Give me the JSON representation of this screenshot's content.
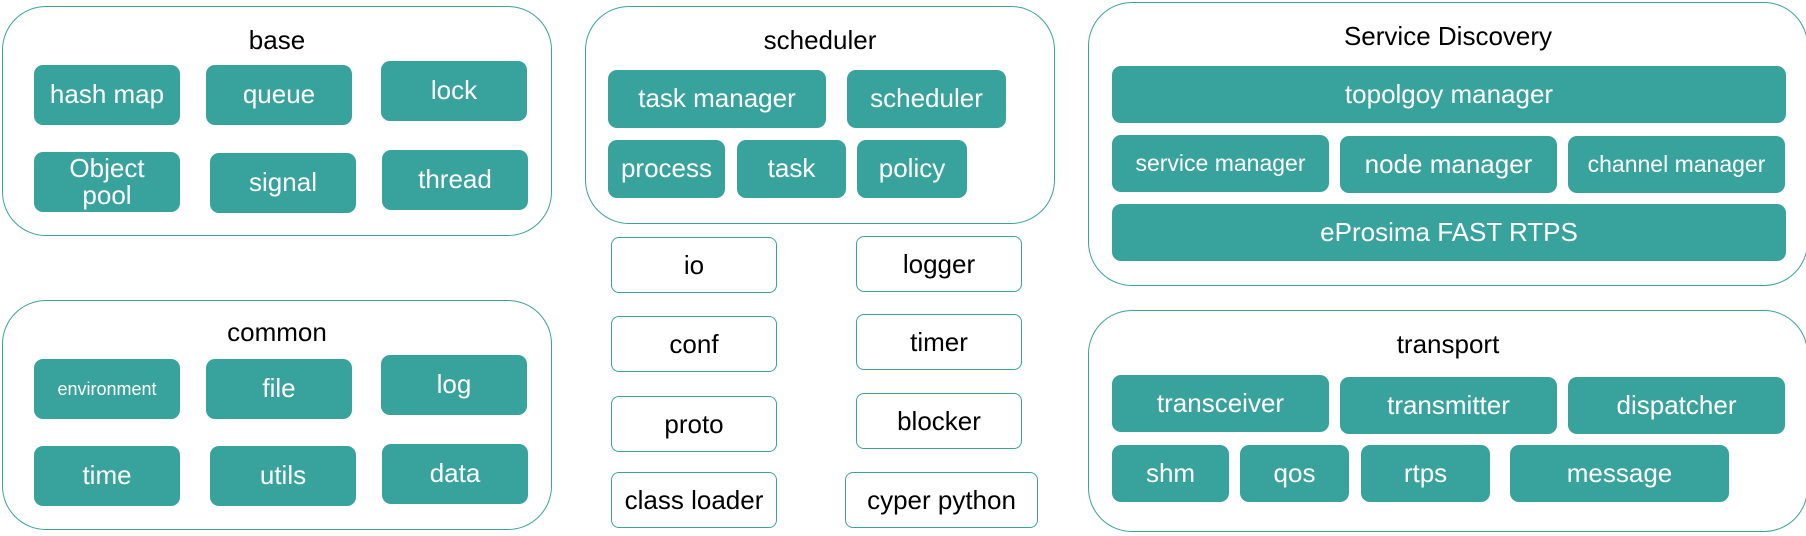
{
  "base": {
    "title": "base",
    "items": [
      "hash map",
      "queue",
      "lock",
      "Object pool",
      "signal",
      "thread"
    ]
  },
  "common": {
    "title": "common",
    "items": [
      "environment",
      "file",
      "log",
      "time",
      "utils",
      "data"
    ]
  },
  "scheduler": {
    "title": "scheduler",
    "items": [
      "task manager",
      "scheduler",
      "process",
      "task",
      "policy"
    ]
  },
  "standalone": {
    "items": [
      "io",
      "logger",
      "conf",
      "timer",
      "proto",
      "blocker",
      "class loader",
      "cyper python"
    ]
  },
  "service_discovery": {
    "title": "Service Discovery",
    "items": [
      "topolgoy manager",
      "service manager",
      "node manager",
      "channel manager",
      "eProsima FAST RTPS"
    ]
  },
  "transport": {
    "title": "transport",
    "items": [
      "transceiver",
      "transmitter",
      "dispatcher",
      "shm",
      "qos",
      "rtps",
      "message"
    ]
  },
  "colors": {
    "tile": "#38a39c",
    "border": "#3aa39b",
    "tile_text": "#ffffff"
  }
}
